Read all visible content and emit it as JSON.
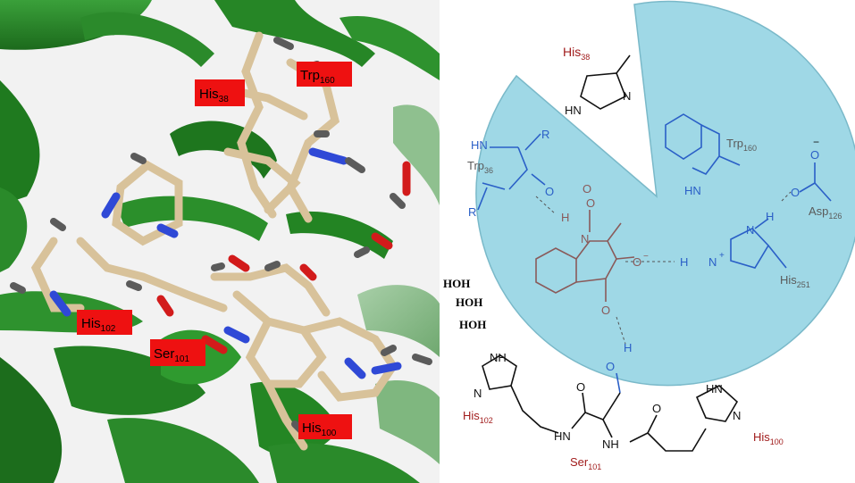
{
  "left_labels": [
    {
      "id": "his38",
      "base": "His",
      "sub": "38"
    },
    {
      "id": "trp160",
      "base": "Trp",
      "sub": "160"
    },
    {
      "id": "his102",
      "base": "His",
      "sub": "102"
    },
    {
      "id": "ser101",
      "base": "Ser",
      "sub": "101"
    },
    {
      "id": "his100",
      "base": "His",
      "sub": "100"
    }
  ],
  "hoh": [
    "HOH",
    "HOH",
    "HOH"
  ],
  "residues": {
    "his38": {
      "base": "His",
      "sub": "38"
    },
    "trp36": {
      "base": "Trp",
      "sub": "36"
    },
    "trp160": {
      "base": "Trp",
      "sub": "160"
    },
    "asp126": {
      "base": "Asp",
      "sub": "126"
    },
    "his251": {
      "base": "His",
      "sub": "251"
    },
    "his102": {
      "base": "His",
      "sub": "102"
    },
    "ser101": {
      "base": "Ser",
      "sub": "101"
    },
    "his100": {
      "base": "His",
      "sub": "100"
    }
  },
  "atoms": {
    "hn": "HN",
    "r": "R",
    "o": "O",
    "n": "N",
    "h": "H",
    "nh": "NH",
    "hn_ring": "HN",
    "o_minus": "O",
    "minus": "−",
    "n_plus": "N",
    "plus": "+"
  },
  "colors": {
    "ribbon": "#2e8b2e",
    "ribbon_dark": "#1f6e1f",
    "carbon": "#d8c29a",
    "nitrogen": "#2f49d6",
    "oxygen": "#d21b1b",
    "hydrogen": "#5b5b5b",
    "label_bg": "#ee1111",
    "pocket": "#9fd8e6",
    "residue_red": "#a11c1c",
    "blue_chem": "#2a5fc7",
    "ligand": "#8a5a5a"
  }
}
